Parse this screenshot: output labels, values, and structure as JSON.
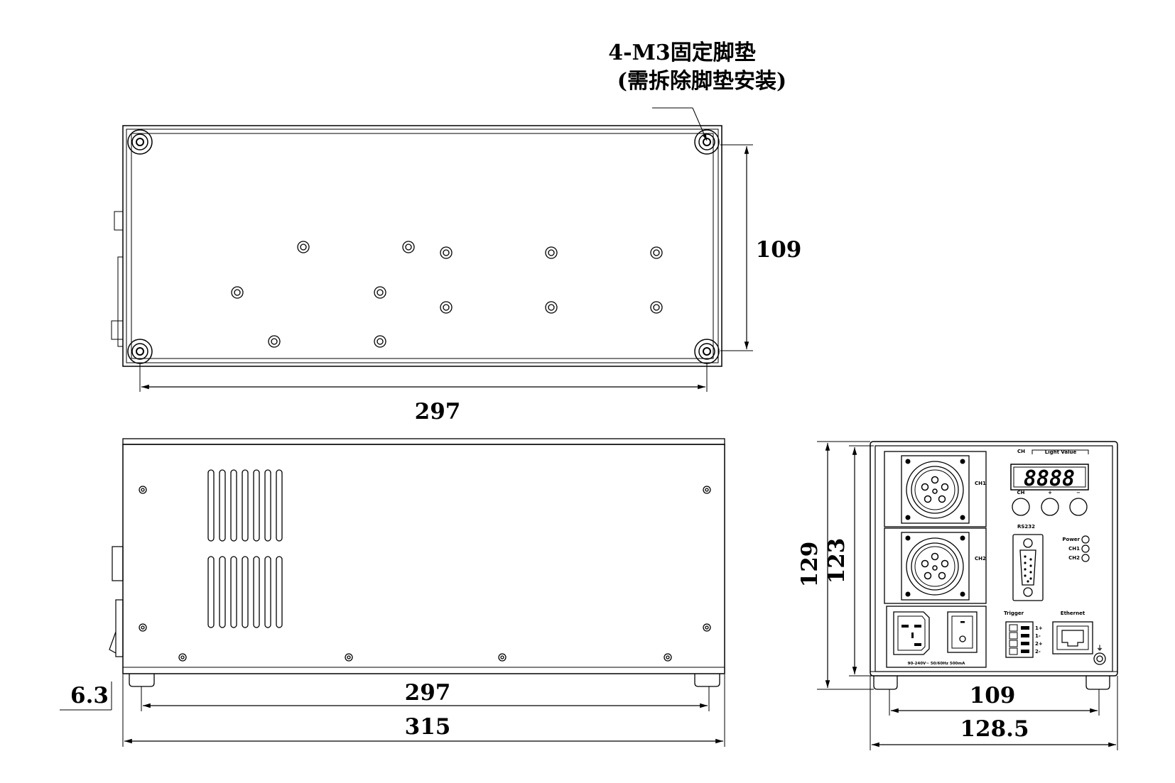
{
  "annotation": {
    "line1": "4-M3固定脚垫",
    "line2": "(需拆除脚垫安装)"
  },
  "dimensions": {
    "bottom_width": "297",
    "bottom_depth": "109",
    "side_feet_span": "297",
    "side_total_length": "315",
    "side_foot_height": "6.3",
    "front_total_height": "129",
    "front_body_height": "123",
    "front_feet_span": "109",
    "front_total_width": "128.5"
  },
  "front_panel": {
    "ch_header": "CH",
    "light_value_header": "Light Value",
    "display_value": "8888",
    "button_ch": "CH",
    "button_plus": "+",
    "button_minus": "−",
    "connector_ch1": "CH1",
    "connector_ch2": "CH2",
    "rs232": "RS232",
    "led_power": "Power",
    "led_ch1": "CH1",
    "led_ch2": "CH2",
    "trigger": "Trigger",
    "trigger_pins": [
      "1+",
      "1-",
      "2+",
      "2-"
    ],
    "ethernet": "Ethernet",
    "power_rating": "90-240V~ 50/60Hz 500mA",
    "ground_symbol": "⏚"
  }
}
